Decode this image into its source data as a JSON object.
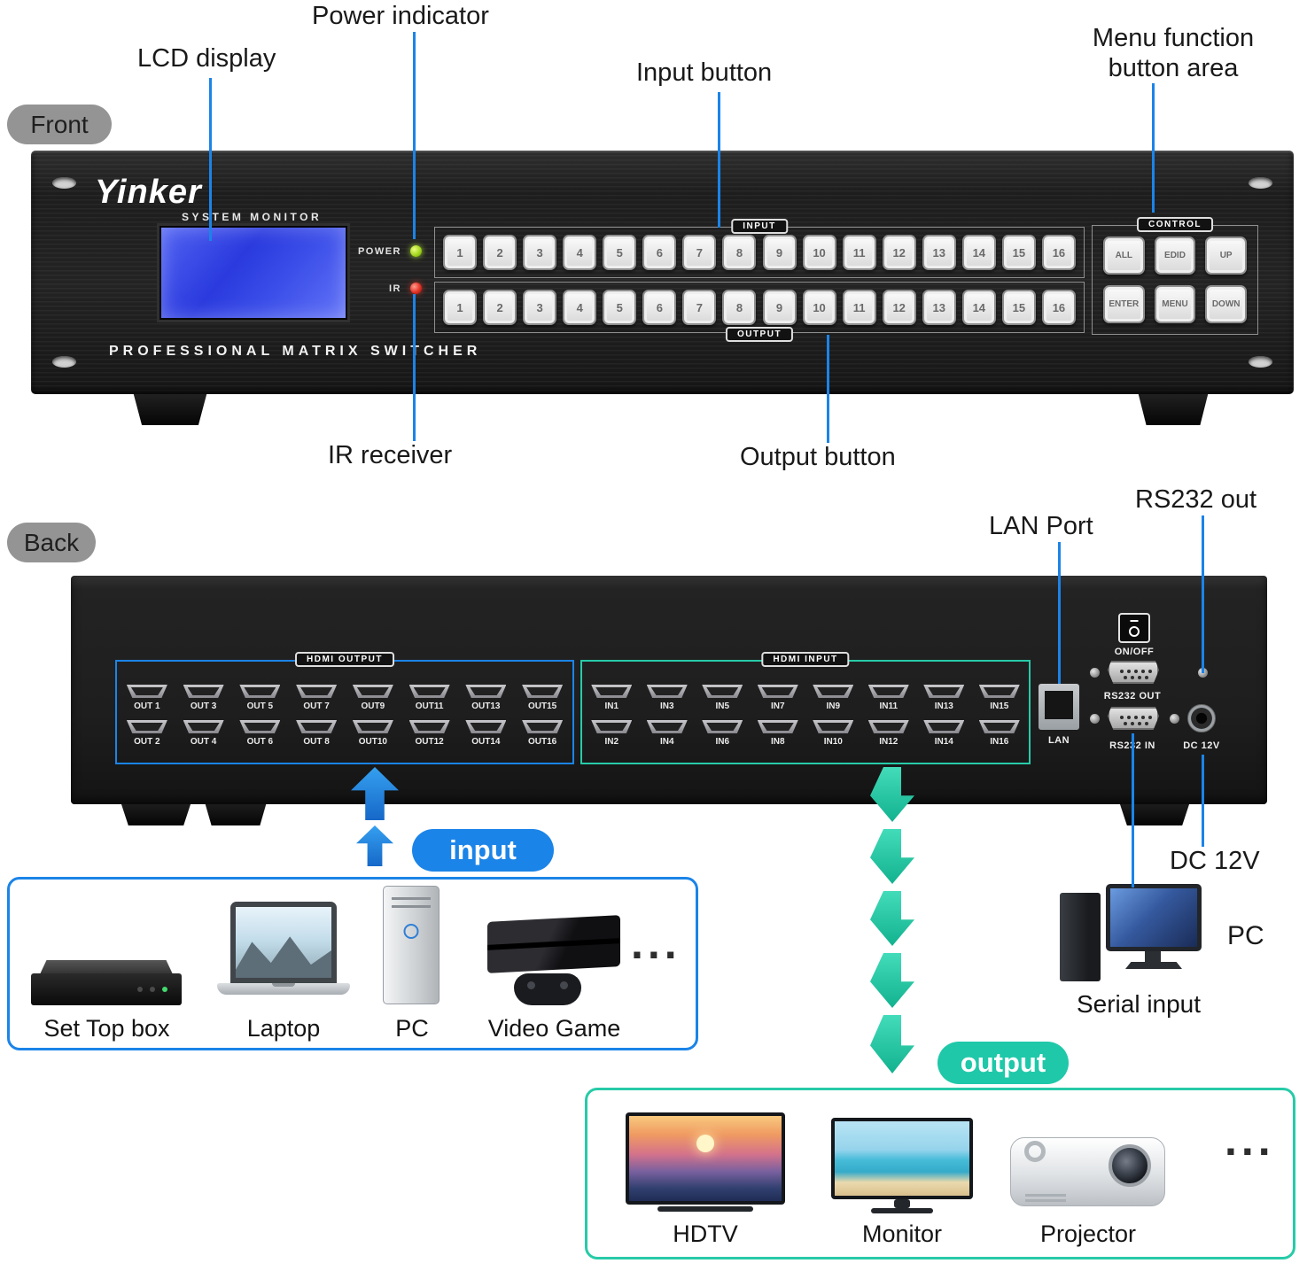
{
  "annotations": {
    "front_badge": "Front",
    "back_badge": "Back",
    "power_indicator": "Power indicator",
    "lcd_display": "LCD display",
    "input_button": "Input button",
    "menu_area_line1": "Menu function",
    "menu_area_line2": "button area",
    "ir_receiver": "IR receiver",
    "output_button": "Output button",
    "lan_port": "LAN Port",
    "rs232_out": "RS232 out",
    "dc_12v": "DC 12V",
    "pc_label": "PC",
    "serial_input": "Serial input"
  },
  "front_panel": {
    "brand": "Yinker",
    "monitor_label": "SYSTEM MONITOR",
    "subtitle": "PROFESSIONAL MATRIX SWITCHER",
    "power_label": "POWER",
    "ir_label": "IR",
    "input_group_label": "INPUT",
    "output_group_label": "OUTPUT",
    "control_group_label": "CONTROL",
    "input_buttons": [
      "1",
      "2",
      "3",
      "4",
      "5",
      "6",
      "7",
      "8",
      "9",
      "10",
      "11",
      "12",
      "13",
      "14",
      "15",
      "16"
    ],
    "output_buttons": [
      "1",
      "2",
      "3",
      "4",
      "5",
      "6",
      "7",
      "8",
      "9",
      "10",
      "11",
      "12",
      "13",
      "14",
      "15",
      "16"
    ],
    "control_buttons": [
      "ALL",
      "EDID",
      "UP",
      "ENTER",
      "MENU",
      "DOWN"
    ]
  },
  "back_panel": {
    "hdmi_output_label": "HDMI OUTPUT",
    "hdmi_input_label": "HDMI INPUT",
    "output_ports_top": [
      "OUT 1",
      "OUT 3",
      "OUT 5",
      "OUT 7",
      "OUT9",
      "OUT11",
      "OUT13",
      "OUT15"
    ],
    "output_ports_bottom": [
      "OUT 2",
      "OUT 4",
      "OUT 6",
      "OUT 8",
      "OUT10",
      "OUT12",
      "OUT14",
      "OUT16"
    ],
    "input_ports_top": [
      "IN1",
      "IN3",
      "IN5",
      "IN7",
      "IN9",
      "IN11",
      "IN13",
      "IN15"
    ],
    "input_ports_bottom": [
      "IN2",
      "IN4",
      "IN6",
      "IN8",
      "IN10",
      "IN12",
      "IN14",
      "IN16"
    ],
    "lan_label": "LAN",
    "onoff_label": "ON/OFF",
    "rs232_out_label": "RS232 OUT",
    "rs232_in_label": "RS232 IN",
    "dc_label": "DC 12V"
  },
  "flow": {
    "input_pill": "input",
    "output_pill": "output",
    "ellipsis": "...",
    "input_devices": [
      "Set Top box",
      "Laptop",
      "PC",
      "Video Game"
    ],
    "output_devices": [
      "HDTV",
      "Monitor",
      "Projector"
    ]
  },
  "colors": {
    "accent_blue": "#1b84e8",
    "accent_teal": "#1fc8a9",
    "panel_black": "#1b1b1b",
    "led_green": "#9acd1e",
    "led_red": "#e62e23",
    "lcd_blue": "#3347e8"
  }
}
